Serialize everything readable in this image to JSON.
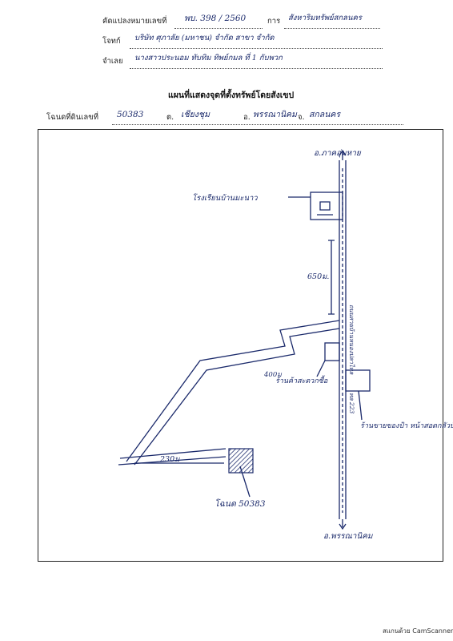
{
  "header": {
    "row1": {
      "label": "คัดแปลงหมายเลขที่",
      "value": "พบ. 398 / 2560",
      "label2": "การ",
      "value2": "สังหาริมทรัพย์สกลนคร"
    },
    "row2": {
      "label": "โจทก์",
      "value": "บริษัท ศุภาลัย (มหาชน) จำกัด สาขา จำกัด"
    },
    "row3": {
      "label": "จำเลย",
      "value": "นางสาวประนอม ทับทิม ทิพย์กมล ที่ 1 กับพวก"
    }
  },
  "title": "แผนที่แสดงจุดที่ตั้งทรัพย์โดยสังเขป",
  "deed_line": {
    "deed_label": "โฉนดที่ดินเลขที่",
    "deed_value": "50383",
    "sub_label": "ต.",
    "sub_value": "เชียงชุม",
    "dist_label": "อ.",
    "dist_value": "พรรณานิคม",
    "prov_label": "จ.",
    "prov_value": "สกลนคร"
  },
  "map": {
    "top_direction": "อ.ภาคอุ่มหาย",
    "bottom_direction": "อ.พรรณานิคม",
    "school_label": "โรงเรียนบ้านมะนาว",
    "distance_650": "650ม.",
    "distance_400": "400ม",
    "distance_230": "230ม",
    "road_label": "ถนนสายบ้านหนองปลาไหล",
    "road_code": "ทล 223",
    "shop_label": "ร้านค้าสะดวกซื้อ",
    "bus_label": "ร้านขายของป้า หน้าสอดกลัวบ้าน มะนาว",
    "deed_marker": "โฉนด 50383"
  },
  "footer": {
    "scanner": "สแกนด้วย CamScanner"
  }
}
